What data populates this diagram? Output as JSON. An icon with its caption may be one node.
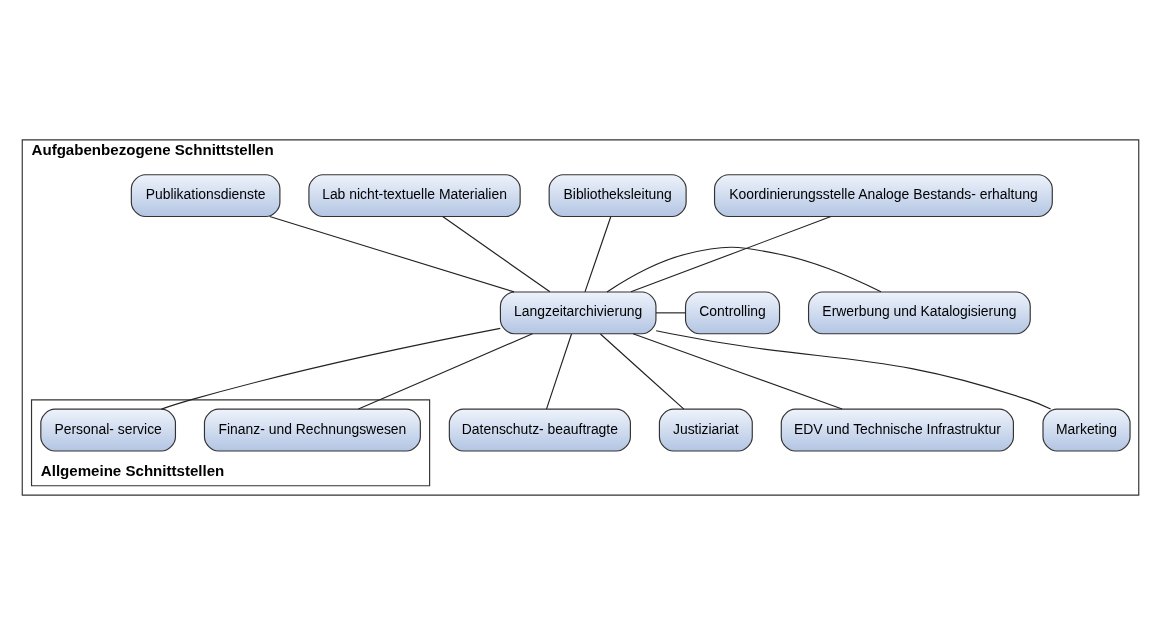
{
  "diagram": {
    "nodes": [
      {
        "text": [
          "Aufgabenbezogene Schnittstellen"
        ]
      },
      {
        "text": [
          "Koordinierungsstelle Analoge Bestands- erhaltung"
        ],
        "in": 0
      },
      {
        "text": [
          "Bibliotheksleitung"
        ],
        "in": 0
      },
      {
        "text": [
          "Lab nicht-textuelle Materialien"
        ],
        "in": 0
      },
      {
        "text": [
          "Publikationsdienste"
        ],
        "in": 0
      },
      {
        "text": [
          "Erwerbung und Katalogisierung"
        ],
        "in": 0
      },
      {
        "text": [
          "Langzeitarchivierung"
        ],
        "in": 0
      },
      {
        "text": [
          "Controlling"
        ],
        "in": 0
      },
      {
        "text": [
          "Allgemeine Schnittstellen"
        ],
        "in": 0
      },
      {
        "text": [
          "Datenschutz- beauftragte"
        ],
        "in": 0
      },
      {
        "text": [
          "Finanz- und Rechnungswesen"
        ],
        "in": 8
      },
      {
        "text": [
          "Personal- service"
        ],
        "in": 8
      },
      {
        "text": [
          "Justiziariat"
        ],
        "in": 0
      },
      {
        "text": [
          "EDV und Technische Infrastruktur"
        ],
        "in": 0
      },
      {
        "text": [
          "Marketing"
        ],
        "in": 0
      }
    ],
    "edges": [
      {
        "from": 6,
        "to": 1,
        "arrow": "none"
      },
      {
        "from": 6,
        "to": 2,
        "arrow": "none"
      },
      {
        "from": 6,
        "to": 3,
        "arrow": "none"
      },
      {
        "from": 6,
        "to": 4,
        "arrow": "none"
      },
      {
        "from": 6,
        "to": 5,
        "arrow": "none"
      },
      {
        "from": 6,
        "to": 7,
        "arrow": "none"
      },
      {
        "from": 6,
        "to": 9,
        "arrow": "none"
      },
      {
        "from": 6,
        "to": 10,
        "arrow": "none"
      },
      {
        "from": 6,
        "to": 11,
        "arrow": "none"
      },
      {
        "from": 6,
        "to": 12,
        "arrow": "none"
      },
      {
        "from": 6,
        "to": 13,
        "arrow": "none"
      },
      {
        "from": 6,
        "to": 14,
        "arrow": "none"
      }
    ]
  }
}
